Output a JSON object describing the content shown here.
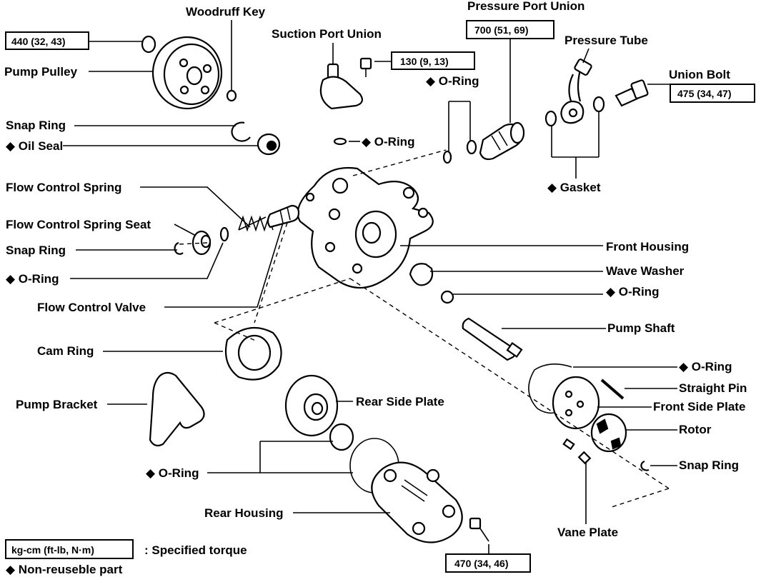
{
  "labels": {
    "woodruff_key": "Woodruff Key",
    "pump_pulley": "Pump Pulley",
    "snap_ring_top": "Snap Ring",
    "oil_seal": "◆ Oil Seal",
    "suction_port_union": "Suction Port Union",
    "oring_upper_mid": "◆ O-Ring",
    "oring_upper_right": "◆ O-Ring",
    "pressure_port_union": "Pressure Port Union",
    "pressure_tube": "Pressure Tube",
    "union_bolt": "Union Bolt",
    "gasket": "◆ Gasket",
    "flow_control_spring": "Flow Control Spring",
    "flow_control_spring_seat": "Flow Control Spring Seat",
    "snap_ring_mid": "Snap Ring",
    "oring_left": "◆ O-Ring",
    "flow_control_valve": "Flow Control Valve",
    "front_housing": "Front Housing",
    "wave_washer": "Wave Washer",
    "oring_right_mid": "◆ O-Ring",
    "pump_shaft": "Pump Shaft",
    "cam_ring": "Cam Ring",
    "oring_right_low": "◆ O-Ring",
    "straight_pin": "Straight Pin",
    "front_side_plate": "Front Side Plate",
    "rotor": "Rotor",
    "snap_ring_low": "Snap Ring",
    "pump_bracket": "Pump Bracket",
    "rear_side_plate": "Rear Side Plate",
    "oring_bottom": "◆ O-Ring",
    "rear_housing": "Rear Housing",
    "vane_plate": "Vane Plate"
  },
  "torques": {
    "pump_pulley_nut": "440 (32, 43)",
    "suction_bolt": "130 (9, 13)",
    "pressure_port": "700 (51, 69)",
    "union_bolt": "475 (34, 47)",
    "rear_bolt": "470 (34, 46)"
  },
  "legend": {
    "unit_box": "kg-cm (ft-lb, N·m)",
    "unit_desc": ": Specified torque",
    "non_reusable": "◆ Non-reuseble part"
  }
}
